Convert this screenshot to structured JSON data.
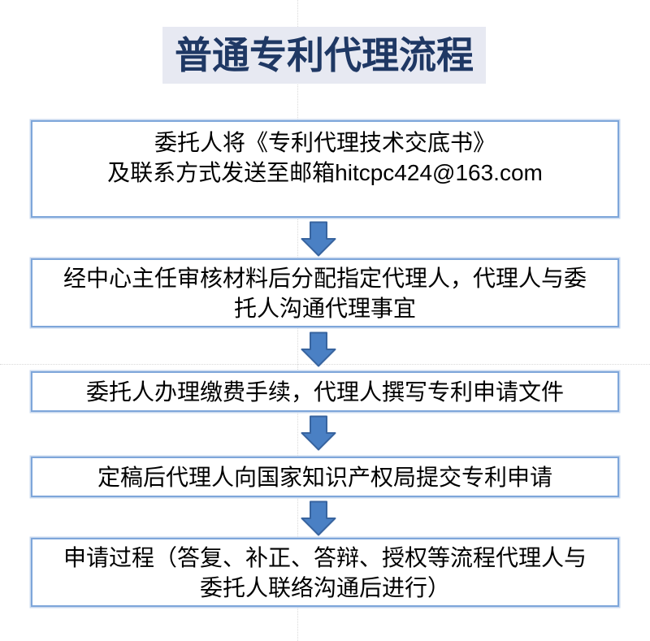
{
  "title": {
    "text": "普通专利代理流程"
  },
  "flow": {
    "steps": [
      {
        "lines": [
          "委托人将《专利代理技术交底书》",
          "及联系方式发送至邮箱hitcpc424@163.com"
        ]
      },
      {
        "lines": [
          "经中心主任审核材料后分配指定代理人，代理人与委",
          "托人沟通代理事宜"
        ]
      },
      {
        "lines": [
          "委托人办理缴费手续，代理人撰写专利申请文件"
        ]
      },
      {
        "lines": [
          "定稿后代理人向国家知识产权局提交专利申请"
        ]
      },
      {
        "lines": [
          "申请过程（答复、补正、答辩、授权等流程代理人与",
          "委托人联络沟通后进行）"
        ]
      }
    ]
  },
  "theme": {
    "page_bg": "#ffffff",
    "title_bg": "#e7e9f2",
    "title_text": "#1f3864",
    "box_bg": "#ffffff",
    "box_border": "#7ea6da",
    "box_halo": "#c9d9ef",
    "text_color": "#000000",
    "arrow_fill": "#4a80c4",
    "arrow_stroke": "#38649f",
    "guide_color": "#d9d9d9"
  }
}
